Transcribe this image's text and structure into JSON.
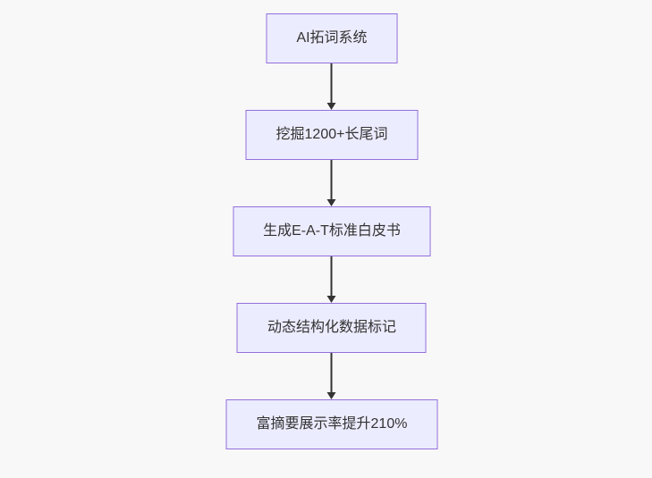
{
  "diagram": {
    "type": "flowchart-top-down",
    "nodes": [
      {
        "label": "AI拓词系统"
      },
      {
        "label": "挖掘1200+长尾词"
      },
      {
        "label": "生成E-A-T标准白皮书"
      },
      {
        "label": "动态结构化数据标记"
      },
      {
        "label": "富摘要展示率提升210%"
      }
    ],
    "edges": [
      {
        "from": 0,
        "to": 1,
        "style": "arrow-down"
      },
      {
        "from": 1,
        "to": 2,
        "style": "arrow-down"
      },
      {
        "from": 2,
        "to": 3,
        "style": "arrow-down"
      },
      {
        "from": 3,
        "to": 4,
        "style": "arrow-down"
      }
    ],
    "colors": {
      "background": "#F8F8F8",
      "node_fill": "#ECECFF",
      "node_border": "#9370DB",
      "edge": "#333333",
      "text": "#333333"
    }
  }
}
